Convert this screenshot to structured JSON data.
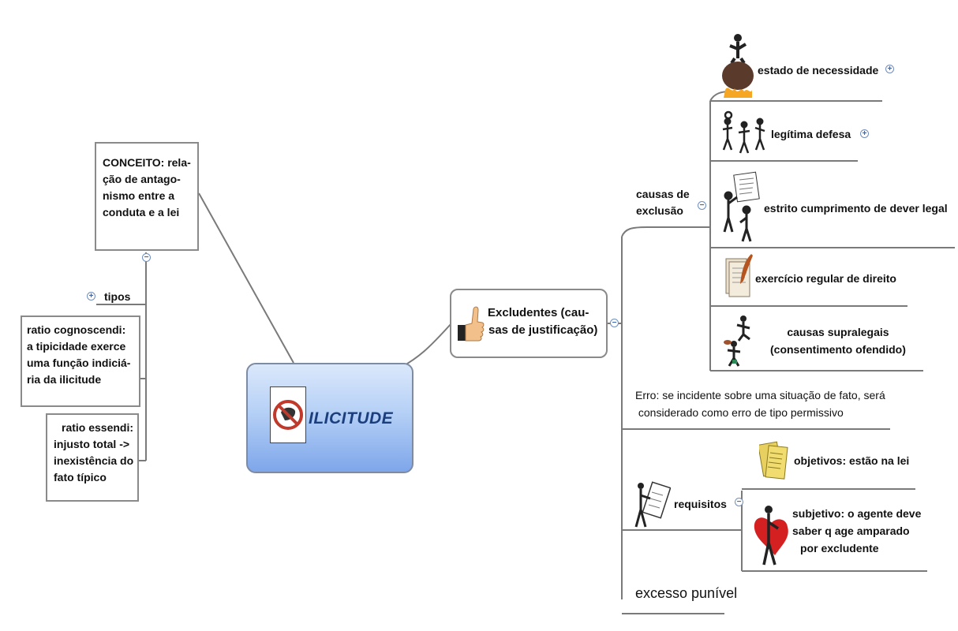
{
  "central": {
    "title": "ILICITUDE"
  },
  "conceito": {
    "lines": [
      "CONCEITO: rela-",
      "ção de antago-",
      "nismo entre a",
      "conduta e a lei"
    ]
  },
  "tipos": {
    "label": "tipos"
  },
  "ratio_cognoscendi": {
    "lines": [
      "ratio cognoscendi:",
      "a tipicidade exerce",
      "uma função indiciá-",
      "ria da ilicitude"
    ]
  },
  "ratio_essendi": {
    "lines": [
      "ratio essendi:",
      "injusto total ->",
      "inexistência do",
      "fato típico"
    ]
  },
  "excludentes": {
    "lines": [
      "Excludentes (cau-",
      "sas de justificação)"
    ]
  },
  "causas_exclusao": {
    "lines": [
      "causas de",
      "exclusão"
    ]
  },
  "estado_necessidade": {
    "label": "estado de necessidade"
  },
  "legitima_defesa": {
    "label": "legítima defesa"
  },
  "estrito_cumprimento": {
    "label": "estrito cumprimento de dever legal"
  },
  "exercicio_regular": {
    "label": "exercício regular de direito"
  },
  "supralegais": {
    "lines": [
      "causas supralegais",
      "(consentimento ofendido)"
    ]
  },
  "erro": {
    "lines": [
      "Erro: se incidente sobre uma situação de fato, será",
      " considerado como erro de tipo permissivo"
    ]
  },
  "requisitos": {
    "label": "requisitos"
  },
  "objetivos": {
    "label": "objetivos: estão na lei"
  },
  "subjetivo": {
    "lines": [
      "subjetivo: o agente deve",
      "saber q age amparado",
      "por excludente"
    ]
  },
  "excesso": {
    "label": "excesso punível"
  },
  "colors": {
    "central_top": "#dbe8fb",
    "central_bottom": "#7ea6ea",
    "connector": "#7a7a7a",
    "toggle": "#3f64a8"
  }
}
